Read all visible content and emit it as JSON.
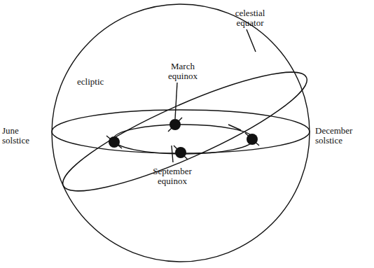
{
  "diagram": {
    "labels": [
      "March equinox",
      "celestial equator",
      "ecliptic",
      "June solstice",
      "December solstice",
      "September equinox"
    ]
  }
}
